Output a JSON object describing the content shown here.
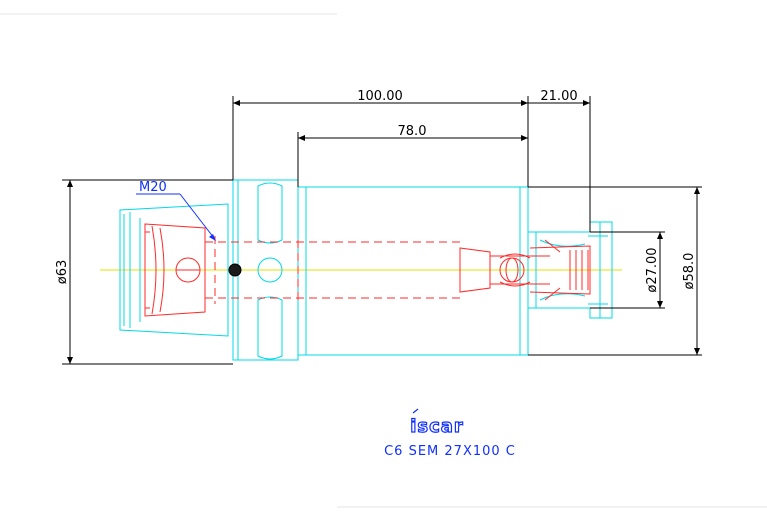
{
  "drawing": {
    "dimensions": {
      "total_length": "100.00",
      "collet_length": "21.00",
      "body_length": "78.0",
      "shank_diameter": "ø63",
      "nose_diameter": "ø58.0",
      "bore_diameter": "ø27.00",
      "thread": "M20"
    },
    "brand": "iscar",
    "title": "C6  SEM  27X100  C"
  },
  "colors": {
    "outline": "#00d8e8",
    "hidden": "#ff2a2a",
    "centerline": "#e8e000",
    "thread_label": "#1030ff",
    "brand": "#1030ff",
    "title": "#1030ff",
    "dimension": "#000000"
  }
}
